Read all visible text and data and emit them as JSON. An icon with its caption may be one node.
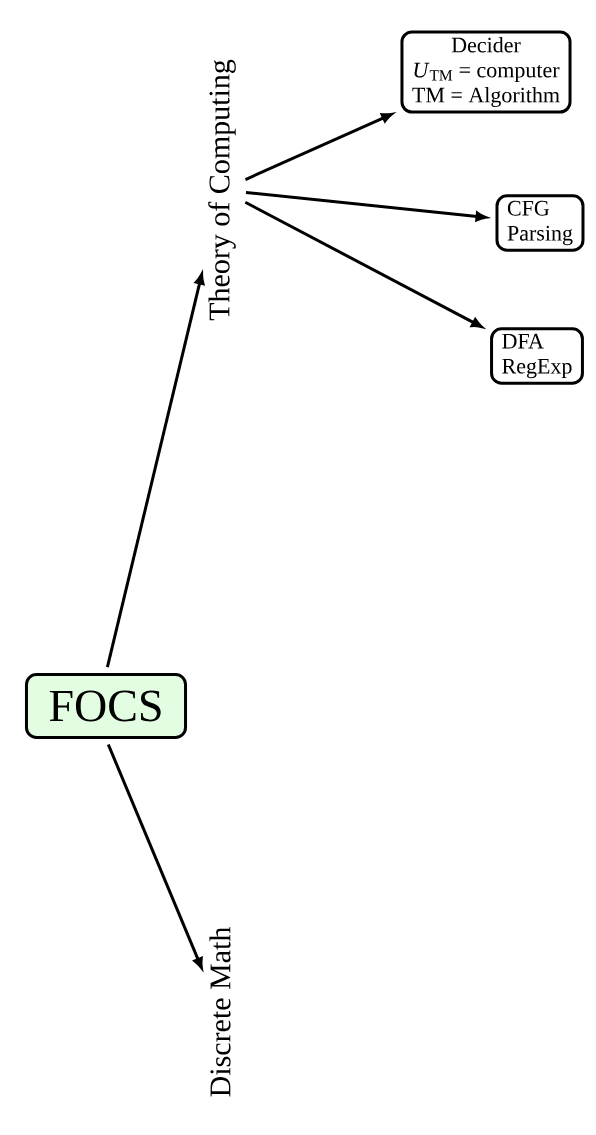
{
  "diagram": {
    "nodes": [
      {
        "text": [
          "FOCS"
        ]
      },
      {
        "text": [
          "Theory of Computing"
        ]
      },
      {
        "text": [
          "Decider",
          "*U*$_{TM}$ = computer",
          "TM = Algorithm"
        ]
      },
      {
        "text": [
          "CFG",
          "Parsing"
        ]
      },
      {
        "text": [
          "DFA",
          "RegExp"
        ]
      },
      {
        "text": [
          "Discrete Math"
        ]
      }
    ],
    "edges": [
      {
        "from": 0,
        "to": 1,
        "arrow": "to"
      },
      {
        "from": 1,
        "to": 2,
        "arrow": "to"
      },
      {
        "from": 1,
        "to": 3,
        "arrow": "to"
      },
      {
        "from": 1,
        "to": 4,
        "arrow": "to"
      },
      {
        "from": 0,
        "to": 5,
        "arrow": "to"
      }
    ]
  }
}
